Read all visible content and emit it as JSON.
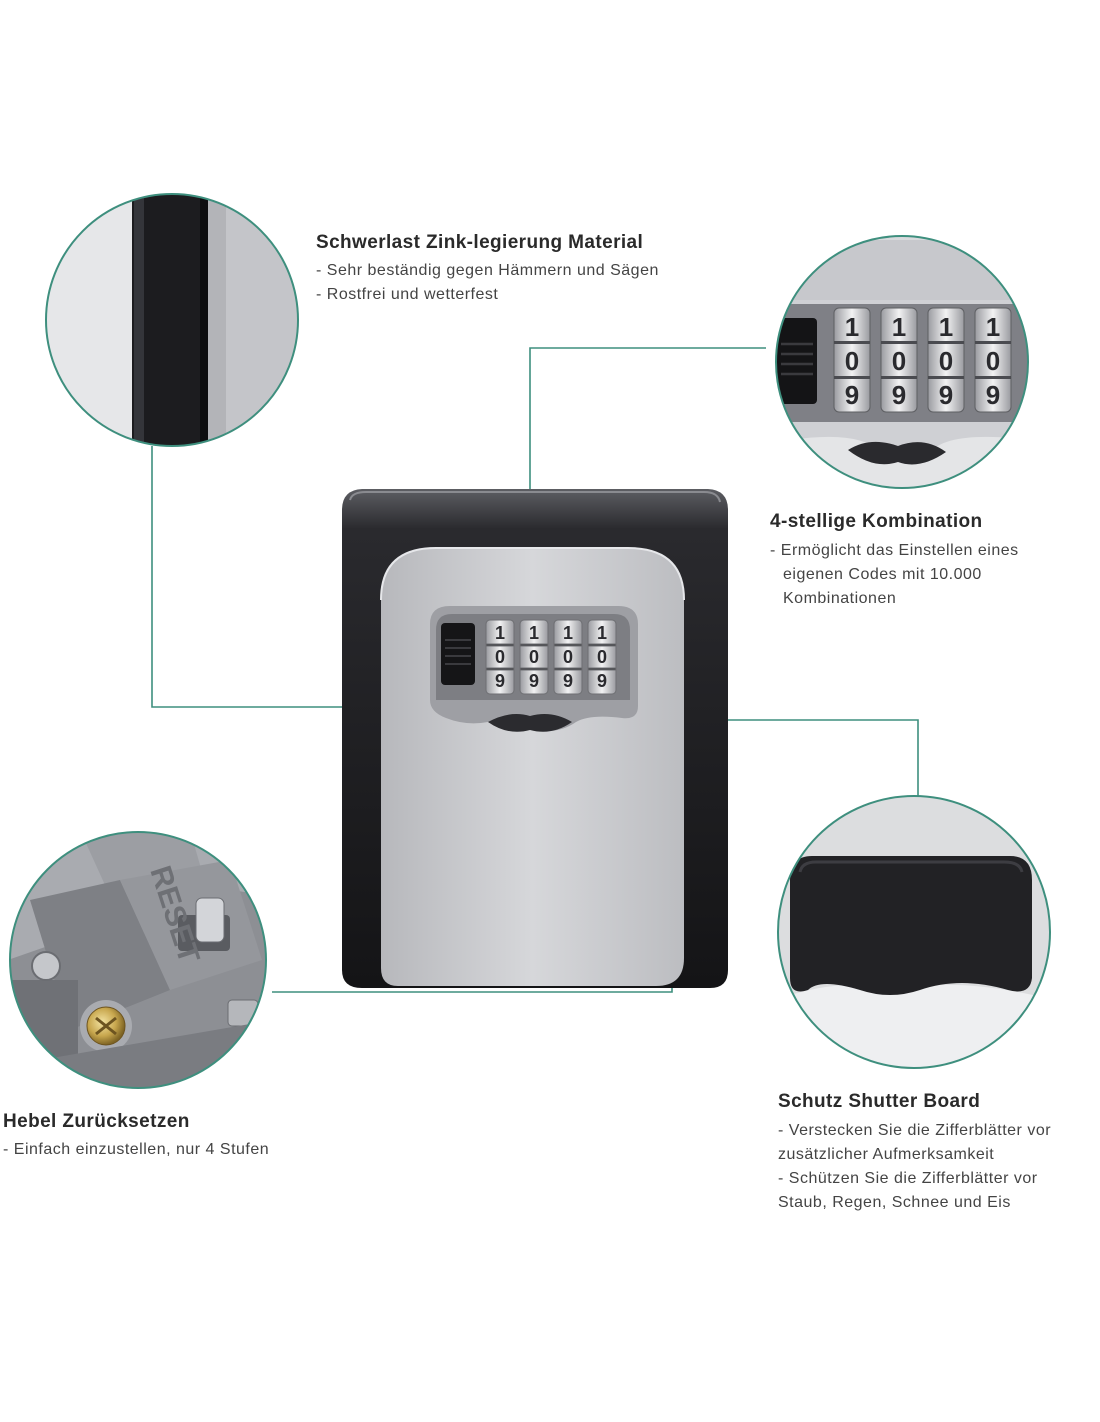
{
  "features": {
    "material": {
      "title": "Schwerlast Zink-legierung Material",
      "lines": [
        "- Sehr beständig gegen Hämmern und Sägen",
        "- Rostfrei und wetterfest"
      ]
    },
    "combination": {
      "title": "4-stellige Kombination",
      "lines": [
        "- Ermöglicht das Einstellen eines",
        "eigenen Codes mit 10.000",
        "Kombinationen"
      ]
    },
    "reset": {
      "title": "Hebel Zurücksetzen",
      "lines": [
        "- Einfach einzustellen, nur 4 Stufen"
      ]
    },
    "shutter": {
      "title": "Schutz Shutter Board",
      "lines": [
        "- Verstecken Sie die Zifferblätter vor",
        "zusätzlicher Aufmerksamkeit",
        "- Schützen Sie die Zifferblätter vor",
        "Staub, Regen, Schnee und Eis"
      ]
    }
  },
  "dials": {
    "top": [
      "1",
      "1",
      "1",
      "1"
    ],
    "middle": [
      "0",
      "0",
      "0",
      "0"
    ],
    "bottom": [
      "9",
      "9",
      "9",
      "9"
    ]
  },
  "reset_label": "RESET",
  "colors": {
    "connector": "#3e8f7e",
    "body_black": "#1b1b1f",
    "front_gray": "#c9cacd"
  }
}
